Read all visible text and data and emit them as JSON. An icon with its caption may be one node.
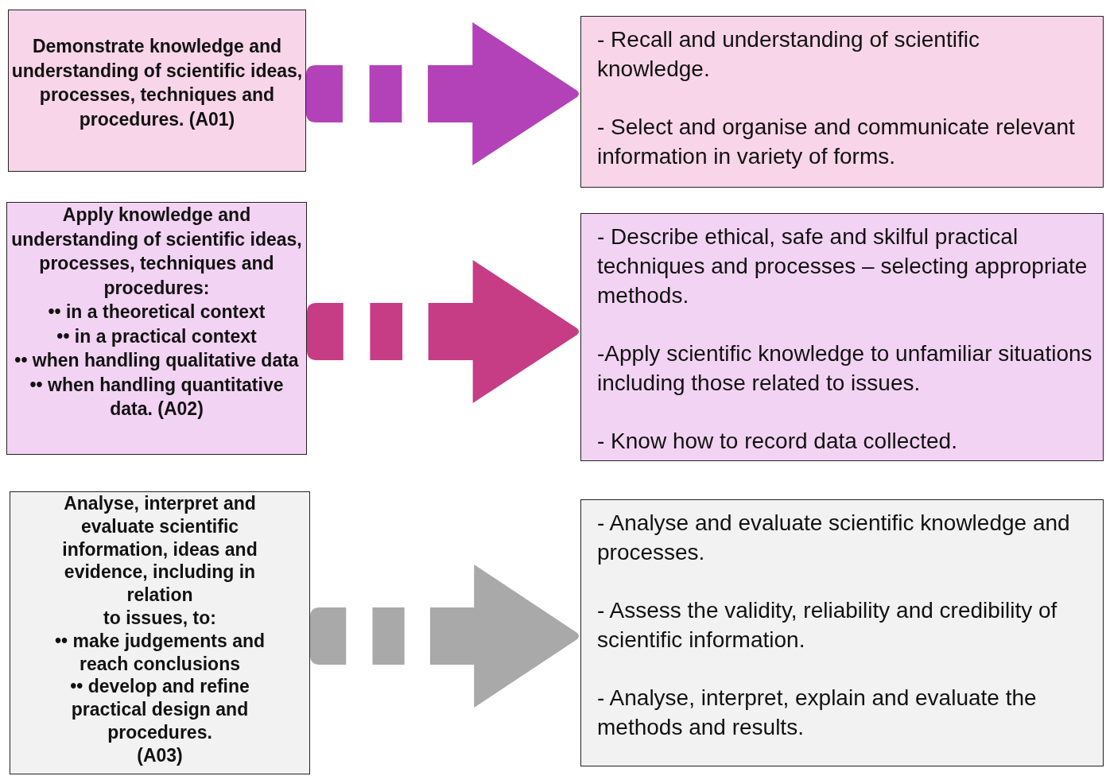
{
  "diagram": {
    "nodes": [
      {
        "text": [
          "Demonstrate knowledge and understanding of scientific ideas, processes, techniques and procedures. (A01)"
        ]
      },
      {
        "text": [
          "- Recall and understanding of scientific knowledge.",
          "- Select and organise and communicate relevant information in variety of forms."
        ]
      },
      {
        "text": [
          "Apply knowledge and understanding of scientific ideas, processes, techniques and procedures:",
          "•• in a theoretical context",
          "•• in a practical context",
          "•• when handling qualitative data",
          "•• when handling quantitative data. (A02)"
        ]
      },
      {
        "text": [
          "- Describe ethical, safe and skilful practical techniques  and processes – selecting appropriate methods.",
          "-Apply scientific knowledge to unfamiliar situations including those related to issues.",
          "- Know how to record data collected."
        ]
      },
      {
        "text": [
          "Analyse, interpret and evaluate scientific information, ideas and evidence, including in relation",
          "to issues, to:",
          "•• make judgements and reach conclusions",
          "•• develop and refine practical design and procedures.",
          "(A03)"
        ]
      },
      {
        "text": [
          "- Analyse and evaluate scientific knowledge and processes.",
          "- Assess the validity, reliability and credibility of scientific information.",
          "- Analyse, interpret, explain and evaluate the methods and results."
        ]
      }
    ],
    "edges": [
      {
        "from": 0,
        "to": 1,
        "arrow": "to",
        "style": "dashed",
        "color": "#b341b8"
      },
      {
        "from": 2,
        "to": 3,
        "arrow": "to",
        "style": "dashed",
        "color": "#c63d85"
      },
      {
        "from": 4,
        "to": 5,
        "arrow": "to",
        "style": "dashed",
        "color": "#a9a9a9"
      }
    ]
  }
}
